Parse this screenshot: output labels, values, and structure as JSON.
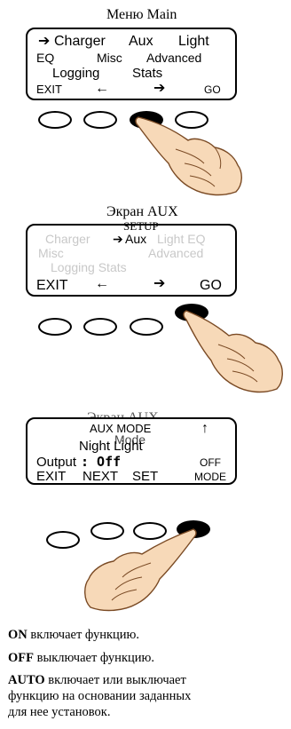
{
  "screen1": {
    "caption": "Меню Main",
    "arrow_right": "➔",
    "charger": "Charger",
    "aux": "Aux",
    "light": "Light",
    "eq": "EQ",
    "misc": "Misc",
    "advanced": "Advanced",
    "logging": "Logging",
    "stats": "Stats",
    "exit": "EXIT",
    "left": "←",
    "right": "➔",
    "go": "GO"
  },
  "screen2": {
    "caption": "Экран AUX",
    "setup": "SETUP",
    "charger": "Charger",
    "arrow": "➔",
    "aux": "Aux",
    "light_eq": "Light EQ",
    "misc": "Misc",
    "advanced": "Advanced",
    "logging_stats": "Logging Stats",
    "exit": "EXIT",
    "left": "←",
    "right": "➔",
    "go": "GO"
  },
  "screen3": {
    "caption_overlap": "Экран AUX",
    "aux_mode": "AUX MODE",
    "up": "↑",
    "mode_overlap": "Mode",
    "night_light": "Night Light",
    "output_label": "Output",
    "output_value": ": Off",
    "off": "OFF",
    "exit": "EXIT",
    "next": "NEXT",
    "set": "SET",
    "mode": "MODE"
  },
  "notes": {
    "on_key": "ON",
    "on_text": " включает функцию.",
    "off_key": "OFF",
    "off_text": " выключает функцию.",
    "auto_key": "AUTO",
    "auto_text1": " включает или выключает",
    "auto_text2": "функцию на основании заданных",
    "auto_text3": "для нее установок."
  },
  "icons": [
    "pointing-hand-icon"
  ]
}
